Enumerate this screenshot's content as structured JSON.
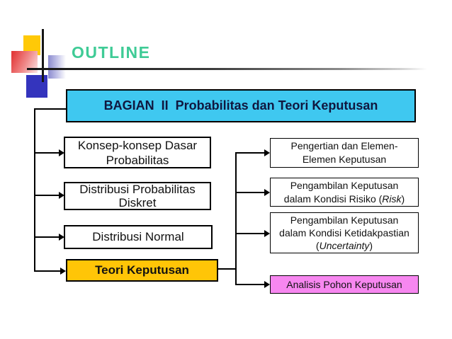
{
  "slide": {
    "title": "OUTLINE",
    "colors": {
      "title_green": "#3FCB96",
      "header_cyan": "#3FC8F0",
      "header_text_navy": "#10173F",
      "gold": "#FFC507",
      "pink": "#F787F0",
      "logo_yellow": "#FFC907",
      "logo_navy": "#3434BD",
      "logo_red": "#E33C3C"
    }
  },
  "header_box": {
    "label": "BAGIAN  II  Probabilitas dan Teori Keputusan"
  },
  "left_column": {
    "konsep": {
      "line1": "Konsep-konsep Dasar",
      "line2": "Probabilitas"
    },
    "distribusi_diskret": {
      "line1": "Distribusi Probabilitas",
      "line2": "Diskret"
    },
    "distribusi_normal": {
      "label": "Distribusi Normal"
    },
    "teori_keputusan": {
      "label": "Teori Keputusan"
    }
  },
  "right_column": {
    "pengertian": {
      "line1": "Pengertian dan Elemen-",
      "line2": "Elemen Keputusan"
    },
    "risiko": {
      "line1": "Pengambilan Keputusan",
      "line2_prefix": "dalam Kondisi Risiko (",
      "line2_italic": "Risk",
      "line2_suffix": ")"
    },
    "ketidakpastian": {
      "line1": "Pengambilan Keputusan",
      "line2": "dalam Kondisi Ketidakpastian",
      "line3_prefix": "(",
      "line3_italic": "Uncertainty",
      "line3_suffix": ")"
    },
    "analisis_pohon": {
      "label": "Analisis Pohon Keputusan"
    }
  }
}
